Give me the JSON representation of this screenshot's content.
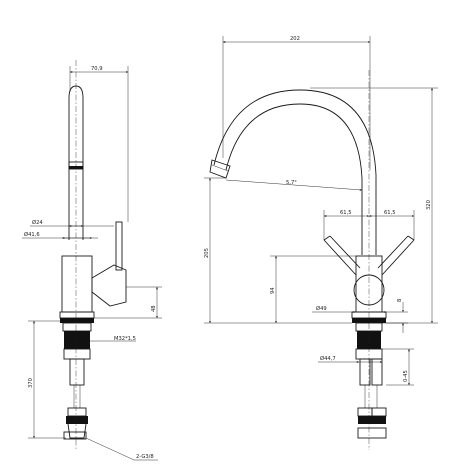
{
  "side_view": {
    "dims": {
      "top_width": "70,9",
      "pipe_dia": "Ø24",
      "body_dia": "Ø41,6",
      "handle_h": "48",
      "thread": "M32*1,5",
      "below_deck": "370",
      "inlet": "2-G3/8"
    }
  },
  "front_view": {
    "dims": {
      "reach": "202",
      "height": "320",
      "spout_h": "205",
      "angle": "5,7°",
      "left_handle": "61,5",
      "right_handle": "61,5",
      "body_h": "94",
      "base_dia": "Ø49",
      "gap": "8",
      "nut_dia": "Ø44,7",
      "max_deck": "0-45"
    }
  }
}
